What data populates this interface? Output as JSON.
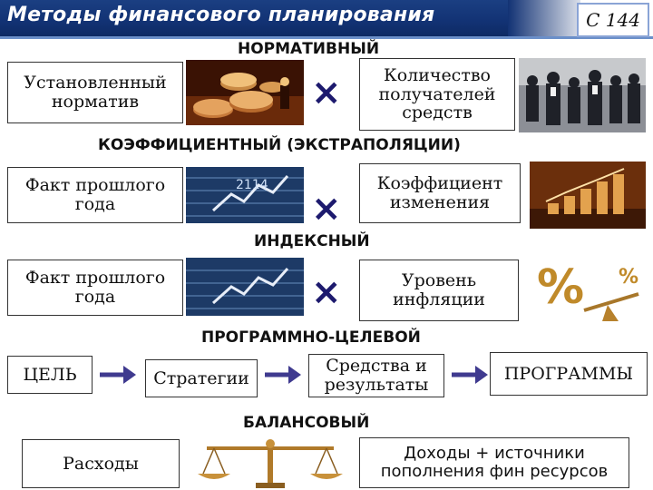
{
  "header": {
    "title": "Методы финансового планирования",
    "page": "С 144"
  },
  "normative": {
    "title": "НОРМАТИВНЫЙ",
    "left": "Установленный норматив",
    "right": "Количество получателей средств"
  },
  "coefficient": {
    "title": "КОЭФФИЦИЕНТНЫЙ  (ЭКСТРАПОЛЯЦИИ)",
    "left": "Факт прошлого года",
    "right": "Коэффициент изменения"
  },
  "index": {
    "title": "ИНДЕКСНЫЙ",
    "left": "Факт прошлого года",
    "right": "Уровень инфляции"
  },
  "program": {
    "title": "ПРОГРАММНО-ЦЕЛЕВОЙ",
    "steps": [
      "ЦЕЛЬ",
      "Стратегии",
      "Средства и результаты",
      "ПРОГРАММЫ"
    ]
  },
  "balance": {
    "title": "БАЛАНСОВЫЙ",
    "left": "Расходы",
    "right": "Доходы + источники пополнения фин ресурсов"
  },
  "symbols": {
    "multiply": "×"
  },
  "colors": {
    "header": "#123274",
    "arrow": "#3f3a8f",
    "multiply": "#1d1a6e"
  }
}
